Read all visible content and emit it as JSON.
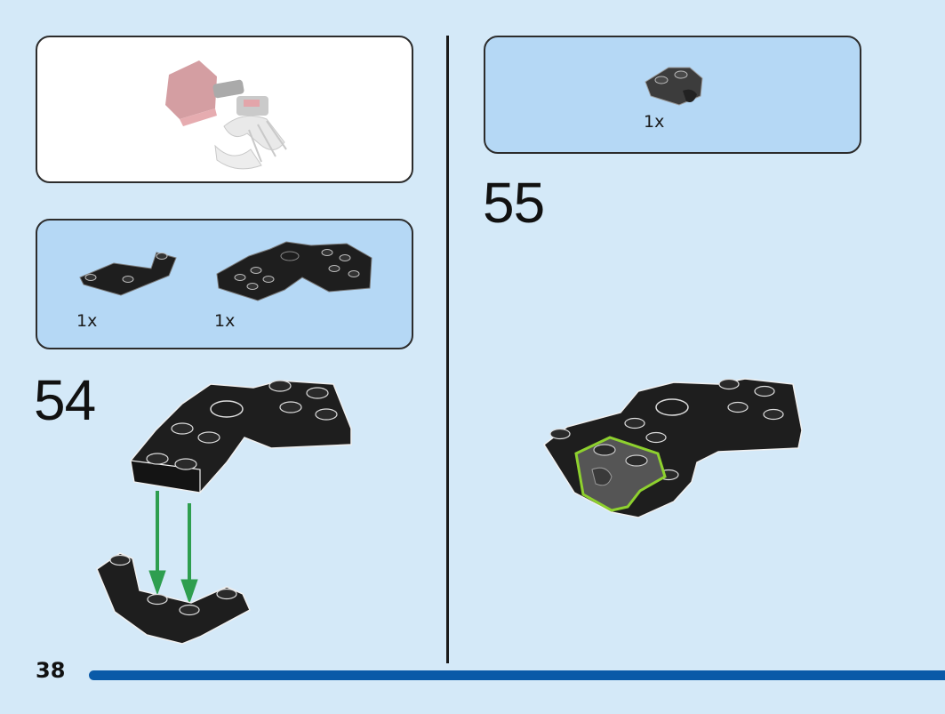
{
  "page": {
    "number": "38"
  },
  "step54": {
    "number": "54",
    "parts": [
      {
        "qty": "1x"
      },
      {
        "qty": "1x"
      }
    ]
  },
  "step55": {
    "number": "55",
    "parts": [
      {
        "qty": "1x"
      }
    ]
  },
  "colors": {
    "background": "#d4e9f8",
    "parts_panel": "#b5d8f5",
    "brick_black": "#1e1e1e",
    "brick_gray": "#555555",
    "arrow_green": "#2e9e4f",
    "highlight_lime": "#8ed12e",
    "progress_bar": "#0a5aa8"
  }
}
